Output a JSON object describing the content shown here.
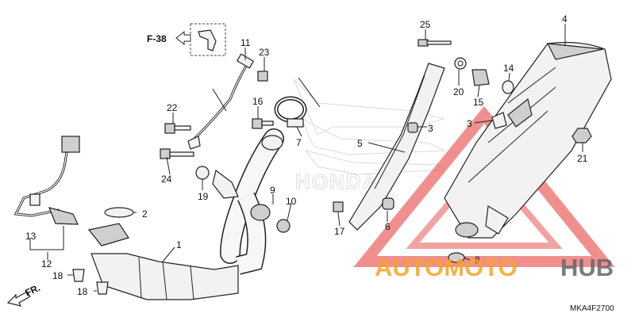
{
  "diagram": {
    "ref_label": "F-38",
    "direction_label": "FR.",
    "watermark_word": "HONDA",
    "watermark_brand_a": "AUTOMOTO",
    "watermark_brand_b": "HUB",
    "drawing_code": "MKA4F2700",
    "callouts": [
      "1",
      "2",
      "3",
      "3",
      "4",
      "5",
      "6",
      "7",
      "8",
      "9",
      "10",
      "11",
      "12",
      "13",
      "14",
      "15",
      "16",
      "17",
      "18",
      "18",
      "19",
      "20",
      "21",
      "22",
      "23",
      "24",
      "25"
    ],
    "colors": {
      "watermark_red": "#e84545",
      "watermark_orange": "#f5a623",
      "watermark_gray": "#666666"
    }
  }
}
